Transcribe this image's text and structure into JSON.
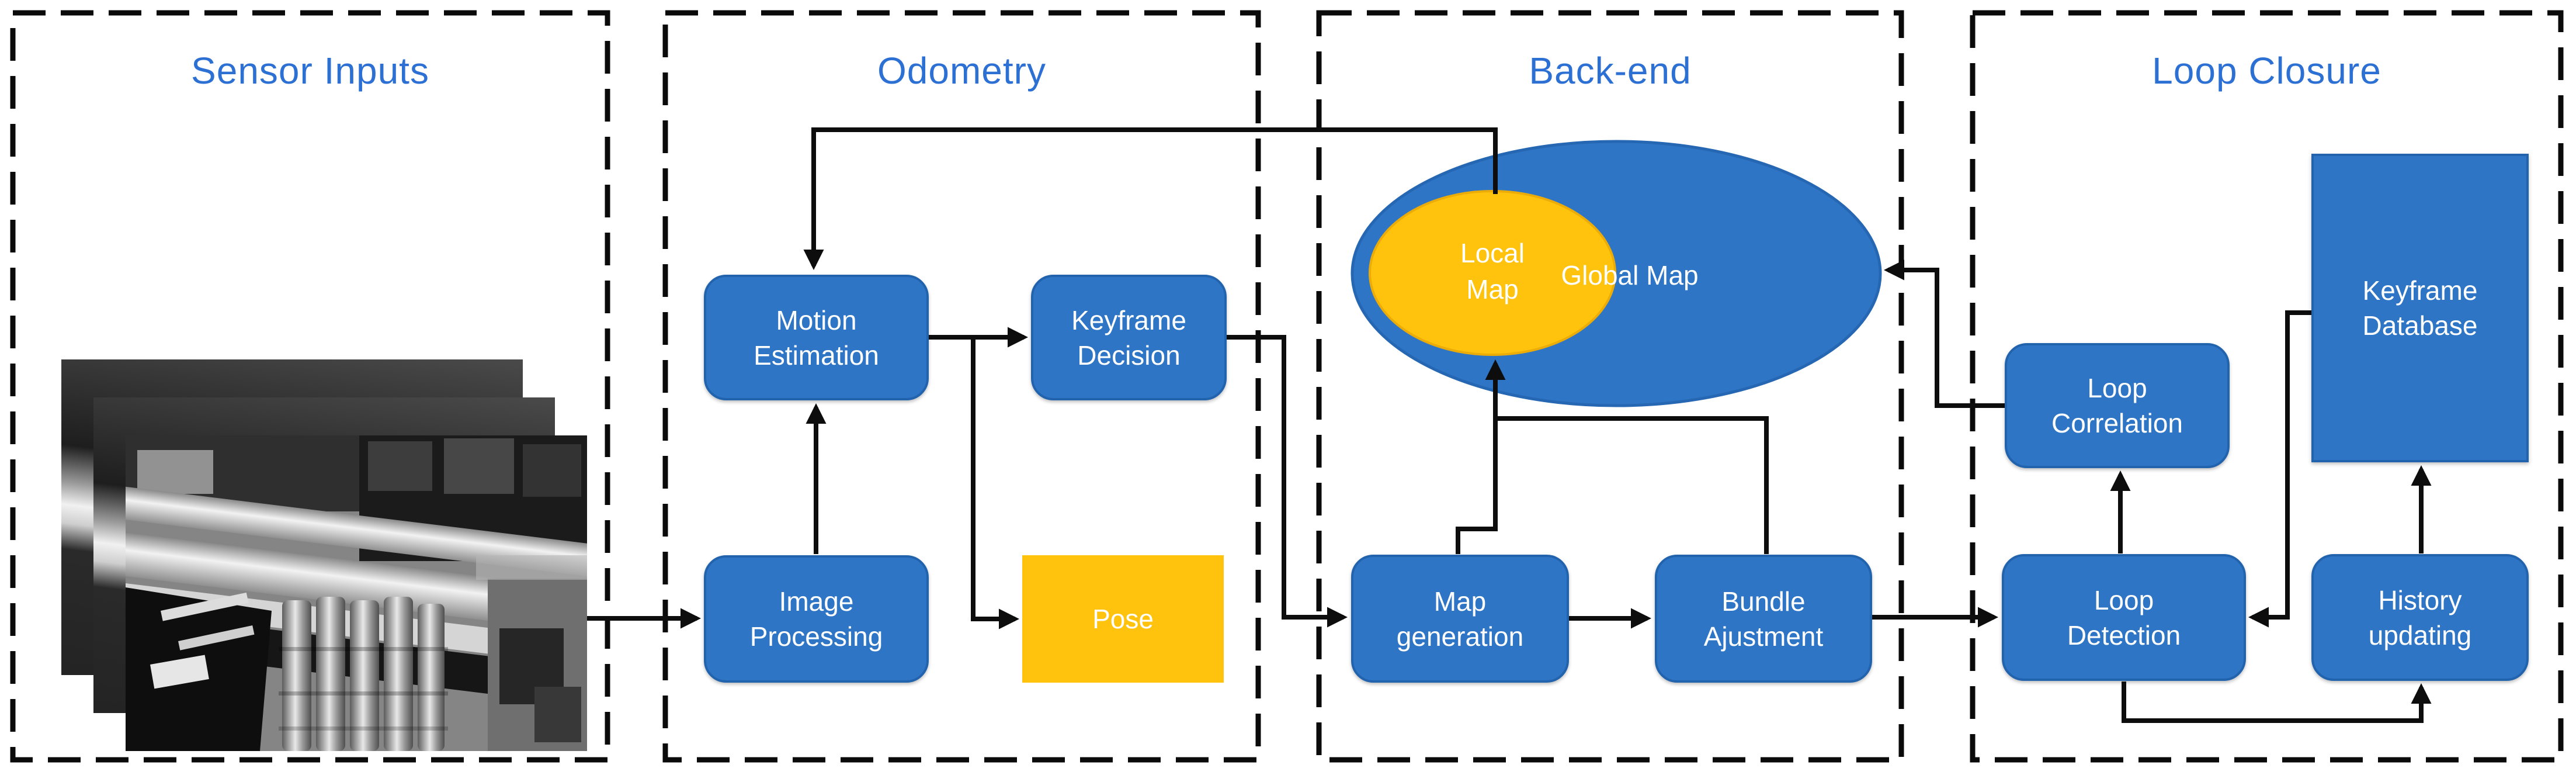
{
  "sections": {
    "sensor_inputs": {
      "title": "Sensor Inputs"
    },
    "odometry": {
      "title": "Odometry"
    },
    "back_end": {
      "title": "Back-end"
    },
    "loop_closure": {
      "title": "Loop Closure"
    }
  },
  "nodes": {
    "motion_estimation": {
      "line1": "Motion",
      "line2": "Estimation"
    },
    "keyframe_decision": {
      "line1": "Keyframe",
      "line2": "Decision"
    },
    "image_processing": {
      "line1": "Image",
      "line2": "Processing"
    },
    "pose": {
      "label": "Pose"
    },
    "map_generation": {
      "line1": "Map",
      "line2": "generation"
    },
    "bundle_ajustment": {
      "line1": "Bundle",
      "line2": "Ajustment"
    },
    "global_map": {
      "label": "Global Map"
    },
    "local_map": {
      "line1": "Local",
      "line2": "Map"
    },
    "loop_correlation": {
      "line1": "Loop",
      "line2": "Correlation"
    },
    "loop_detection": {
      "line1": "Loop",
      "line2": "Detection"
    },
    "keyframe_database": {
      "line1": "Keyframe",
      "line2": "Database"
    },
    "history_updating": {
      "line1": "History",
      "line2": "updating"
    }
  },
  "image": {
    "name": "stacked-grayscale-camera-frames-of-industrial-pipes"
  },
  "edges": [
    {
      "from": "sensor-image",
      "to": "image_processing"
    },
    {
      "from": "image_processing",
      "to": "motion_estimation"
    },
    {
      "from": "motion_estimation",
      "to": "keyframe_decision"
    },
    {
      "from": "motion_estimation",
      "to": "pose"
    },
    {
      "from": "keyframe_decision",
      "to": "map_generation"
    },
    {
      "from": "map_generation",
      "to": "bundle_ajustment"
    },
    {
      "from": "map_generation",
      "to": "local_map"
    },
    {
      "from": "bundle_ajustment",
      "to": "local_map"
    },
    {
      "from": "local_map",
      "to": "motion_estimation"
    },
    {
      "from": "bundle_ajustment",
      "to": "loop_detection"
    },
    {
      "from": "loop_detection",
      "to": "loop_correlation"
    },
    {
      "from": "loop_correlation",
      "to": "global_map"
    },
    {
      "from": "keyframe_database",
      "to": "loop_detection"
    },
    {
      "from": "loop_detection",
      "to": "history_updating"
    },
    {
      "from": "history_updating",
      "to": "keyframe_database"
    }
  ],
  "colors": {
    "node_blue": "#2E75C6",
    "node_border": "#2263AE",
    "accent_yellow": "#FFC20D",
    "title_blue": "#2D70D4",
    "connector_black": "#0D0D0D",
    "background": "#FFFFFF"
  }
}
